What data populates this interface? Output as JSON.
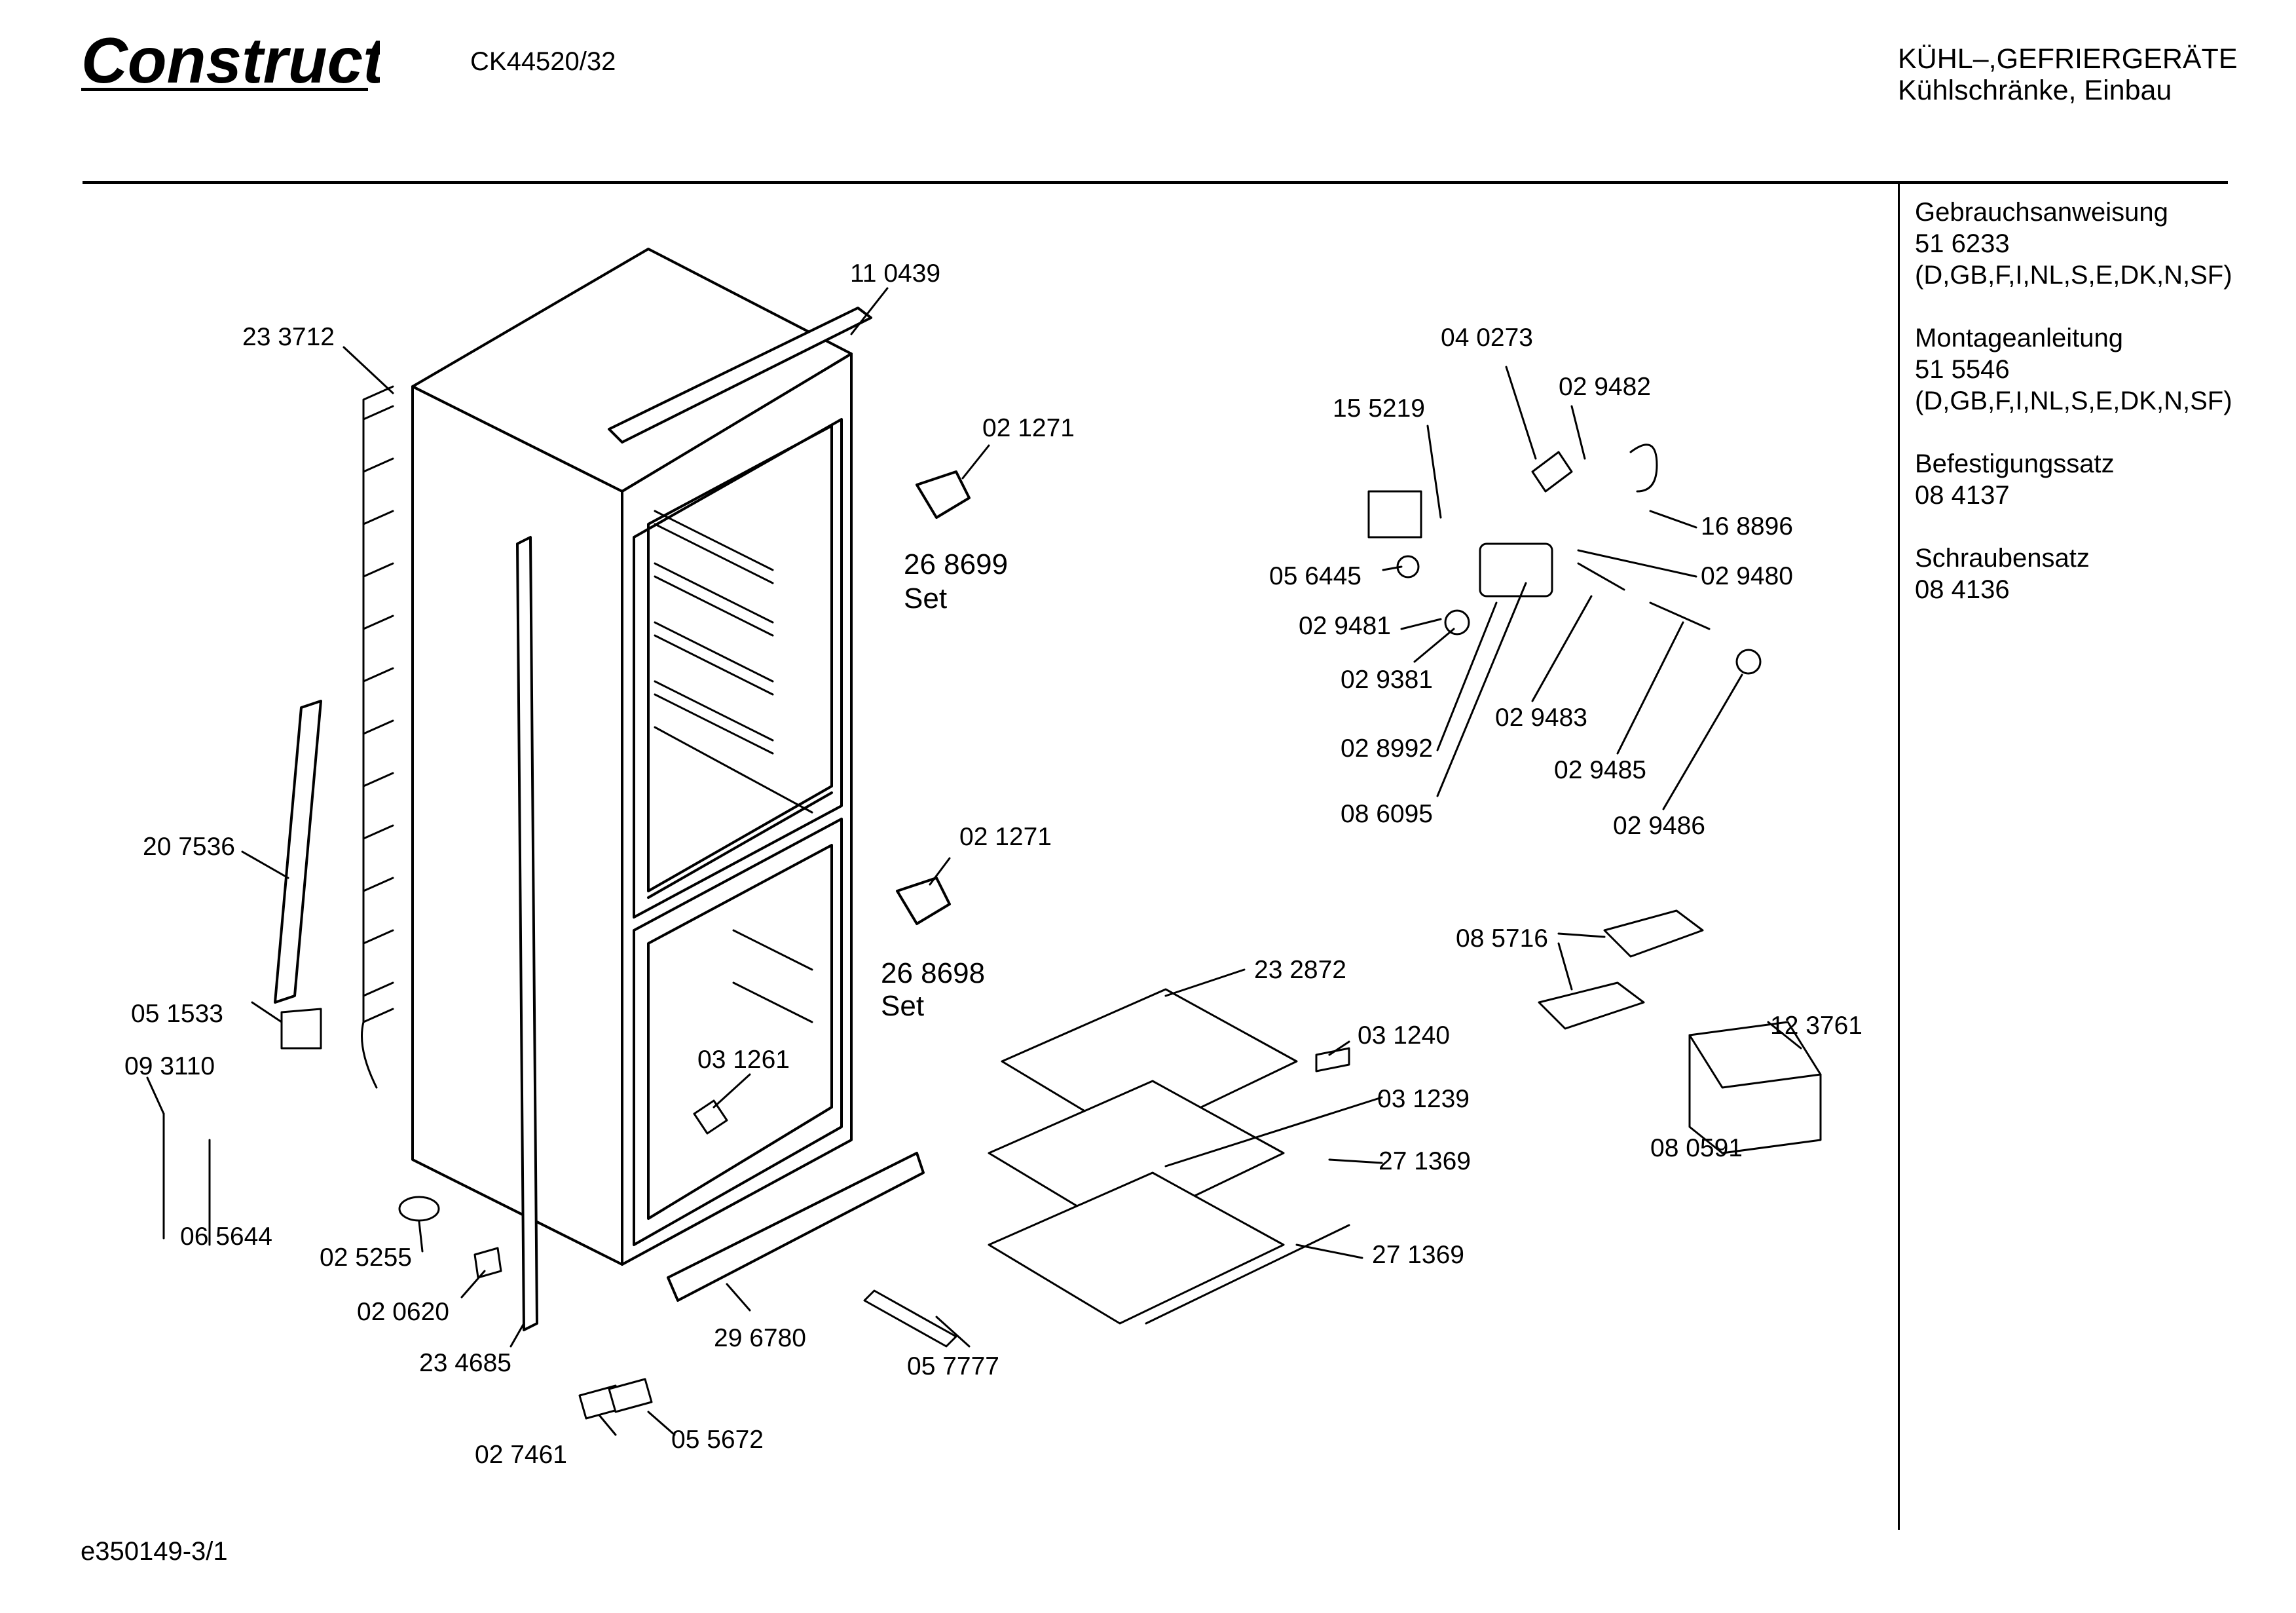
{
  "header": {
    "brand": "Constructa",
    "model": "CK44520/32",
    "category_line1": "KÜHL–,GEFRIERGERÄTE",
    "category_line2": "Kühlschränke, Einbau"
  },
  "sidebar": {
    "groups": [
      {
        "title": "Gebrauchsanweisung",
        "code": "51 6233",
        "langs": "(D,GB,F,I,NL,S,E,DK,N,SF)"
      },
      {
        "title": "Montageanleitung",
        "code": "51 5546",
        "langs": "(D,GB,F,I,NL,S,E,DK,N,SF)"
      },
      {
        "title": "Befestigungssatz",
        "code": "08 4137",
        "langs": ""
      },
      {
        "title": "Schraubensatz",
        "code": "08 4136",
        "langs": ""
      }
    ]
  },
  "footer": {
    "drawing_id": "e350149-3/1"
  },
  "parts": [
    "11 0439",
    "23 3712",
    "02 1271",
    "26 8699",
    "Set",
    "02 1271",
    "26 8698",
    "Set",
    "20 7536",
    "05 1533",
    "09 3110",
    "06 5644",
    "02 5255",
    "02 0620",
    "23 4685",
    "03 1261",
    "29 6780",
    "05 7777",
    "02 7461",
    "05 5672",
    "04 0273",
    "02 9482",
    "15 5219",
    "16 8896",
    "05 6445",
    "02 9480",
    "02 9481",
    "02 9381",
    "02 9483",
    "02 8992",
    "02 9485",
    "08 6095",
    "02 9486",
    "08 5716",
    "12 3761",
    "08 0591",
    "23 2872",
    "03 1240",
    "03 1239",
    "27 1369",
    "27 1369"
  ]
}
